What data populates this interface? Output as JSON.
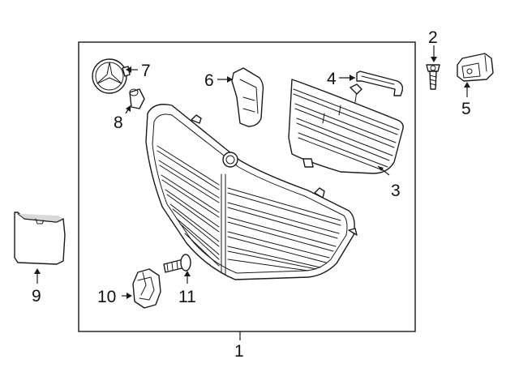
{
  "callouts": [
    {
      "id": "1",
      "text": "1"
    },
    {
      "id": "2",
      "text": "2"
    },
    {
      "id": "3",
      "text": "3"
    },
    {
      "id": "4",
      "text": "4"
    },
    {
      "id": "5",
      "text": "5"
    },
    {
      "id": "6",
      "text": "6"
    },
    {
      "id": "7",
      "text": "7"
    },
    {
      "id": "8",
      "text": "8"
    },
    {
      "id": "9",
      "text": "9"
    },
    {
      "id": "10",
      "text": "10"
    },
    {
      "id": "11",
      "text": "11"
    }
  ],
  "colors": {
    "line": "#1a1a1a",
    "background": "#ffffff",
    "shade": "#d9d9d9"
  }
}
